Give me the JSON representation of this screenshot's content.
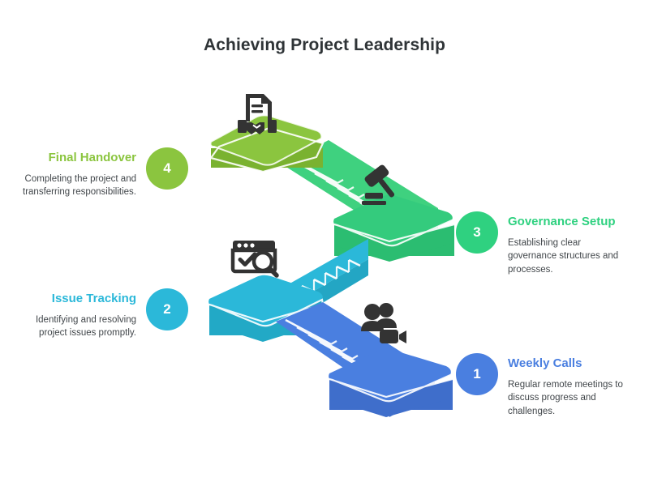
{
  "header": {
    "title": "Achieving Project Leadership"
  },
  "colors": {
    "step4_green": "#8bc53f",
    "step3_green": "#2fd180",
    "step2_cyan": "#2bb8d9",
    "step1_blue": "#4a7fe0",
    "icon_dark": "#333333",
    "background": "#ffffff",
    "title_text": "#2f3437",
    "body_text": "#41464a"
  },
  "steps": [
    {
      "number": "4",
      "title": "Final Handover",
      "description": "Completing the project and transferring responsibilities.",
      "side": "left",
      "color": "#8bc53f",
      "icon": "document-handshake-icon"
    },
    {
      "number": "3",
      "title": "Governance Setup",
      "description": "Establishing clear governance structures and processes.",
      "side": "right",
      "color": "#2fd180",
      "icon": "gavel-icon"
    },
    {
      "number": "2",
      "title": "Issue Tracking",
      "description": "Identifying and resolving project issues promptly.",
      "side": "left",
      "color": "#2bb8d9",
      "icon": "browser-check-search-icon"
    },
    {
      "number": "1",
      "title": "Weekly Calls",
      "description": "Regular remote meetings to discuss progress and challenges.",
      "side": "right",
      "color": "#4a7fe0",
      "icon": "people-video-camera-icon"
    }
  ],
  "illustration": {
    "name": "descending-staircase-four-platforms",
    "platform_count": 4,
    "stair_flight_count": 3
  }
}
